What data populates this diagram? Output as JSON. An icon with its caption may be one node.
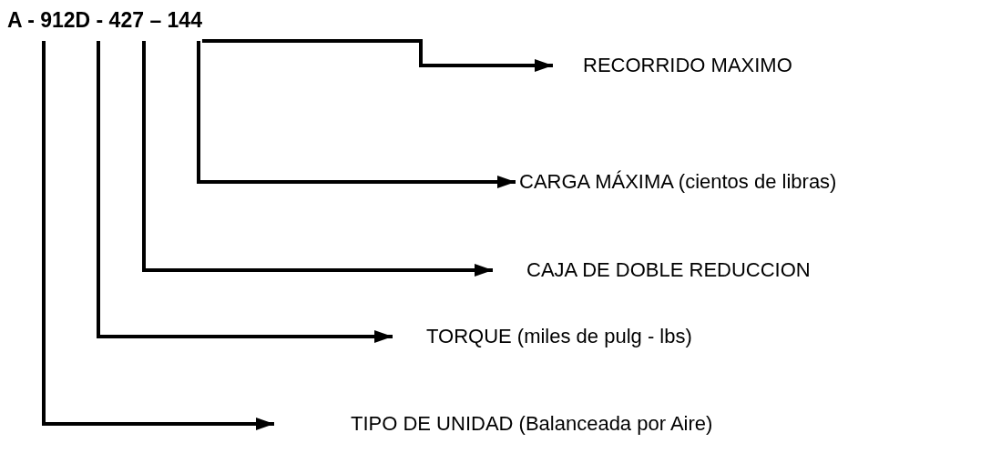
{
  "diagram": {
    "nodes": [
      {
        "text": [
          "A - 912D - 427 – 144"
        ]
      },
      {
        "text": [
          "RECORRIDO MAXIMO"
        ]
      },
      {
        "text": [
          "CARGA MÁXIMA (cientos de libras)"
        ]
      },
      {
        "text": [
          "CAJA DE DOBLE REDUCCION"
        ]
      },
      {
        "text": [
          "TORQUE (miles de pulg - lbs)"
        ]
      },
      {
        "text": [
          "TIPO DE UNIDAD (Balanceada por Aire)"
        ]
      }
    ],
    "edges": [
      {
        "from": 0,
        "to": 1,
        "arrow": "to"
      },
      {
        "from": 0,
        "to": 2,
        "arrow": "to"
      },
      {
        "from": 0,
        "to": 3,
        "arrow": "to"
      },
      {
        "from": 0,
        "to": 4,
        "arrow": "to"
      },
      {
        "from": 0,
        "to": 5,
        "arrow": "to"
      }
    ]
  }
}
